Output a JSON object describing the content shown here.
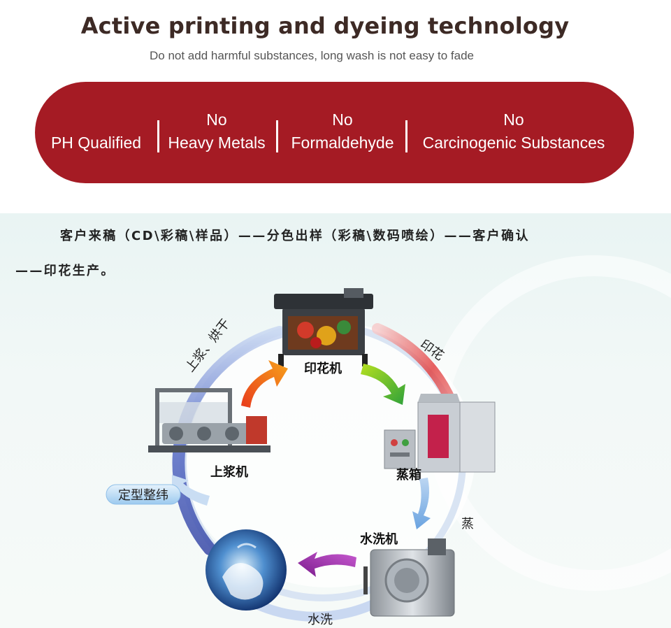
{
  "header": {
    "title": "Active printing and dyeing technology",
    "subtitle": "Do not add harmful substances, long wash is not easy to fade"
  },
  "banner": {
    "items": [
      {
        "line1": "",
        "line2": "PH Qualified"
      },
      {
        "line1": "No",
        "line2": "Heavy Metals"
      },
      {
        "line1": "No",
        "line2": "Formaldehyde"
      },
      {
        "line1": "No",
        "line2": "Carcinogenic Substances"
      }
    ],
    "color": "#a51b24"
  },
  "process": {
    "line1": "客户来稿（CD\\彩稿\\样品）——分色出样（彩稿\\数码喷绘）——客户确认",
    "line2": "——印花生产。"
  },
  "cycle": {
    "machines": {
      "printer": "印花机",
      "steamer": "蒸箱",
      "washer": "水洗机",
      "sizer": "上浆机"
    },
    "steps": {
      "print": "印花",
      "steam": "蒸",
      "wash": "水洗",
      "size_dry": "上浆、烘干"
    },
    "finishing_badge": "定型整纬",
    "icons": {
      "printer": "digital-printer-icon",
      "steamer": "steam-box-icon",
      "washer": "washing-machine-icon",
      "sizer": "sizing-machine-icon",
      "water": "water-globe-icon"
    }
  }
}
